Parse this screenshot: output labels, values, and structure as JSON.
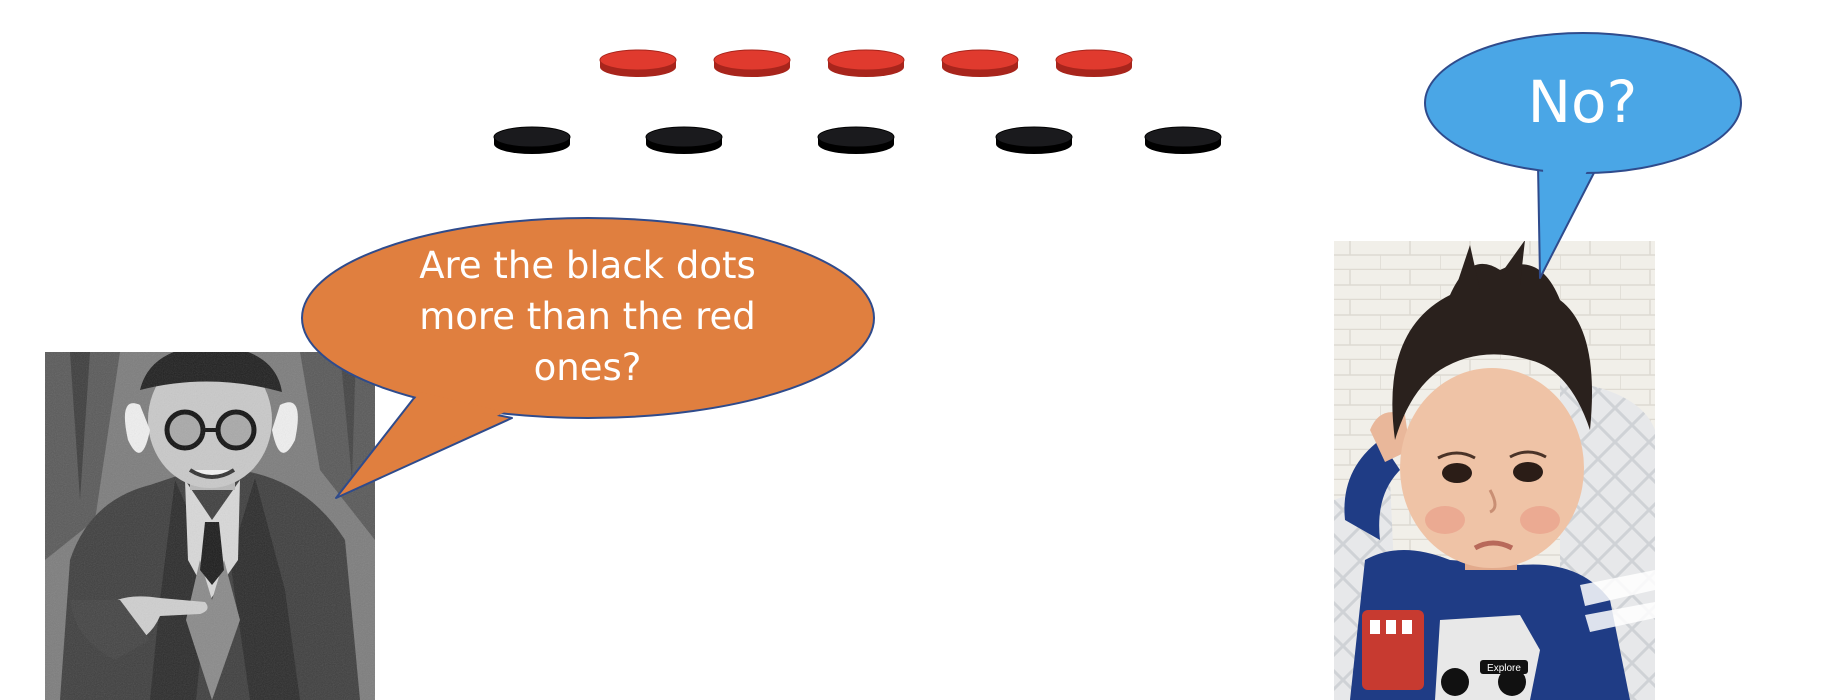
{
  "colors": {
    "background": "#ffffff",
    "red_disc": "#e03a2e",
    "red_disc_edge": "#a8251c",
    "black_disc": "#1a1a1d",
    "black_disc_edge": "#000000",
    "man_bubble": "#e07f3f",
    "man_bubble_outline": "#2f4b8c",
    "child_bubble": "#4aa6e6",
    "child_bubble_outline": "#2f4b8c",
    "bubble_text": "#ffffff"
  },
  "discs": {
    "red_count": 5,
    "black_count": 5
  },
  "speech": {
    "man_lines": [
      "Are the black dots",
      "more than the red",
      "ones?"
    ],
    "child": "No?"
  },
  "photos": {
    "man": {
      "description_icon": "old-man-photo-icon"
    },
    "child": {
      "shirt_label": "Explore",
      "description_icon": "child-photo-icon"
    }
  }
}
